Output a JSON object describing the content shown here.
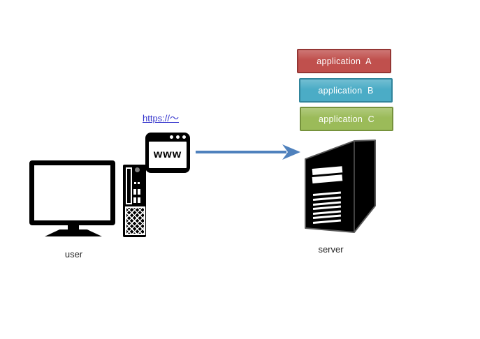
{
  "applications": [
    {
      "label": "application  A",
      "fill": "#C0504D",
      "border": "#943634"
    },
    {
      "label": "application  B",
      "fill": "#4BACC6",
      "border": "#31859C"
    },
    {
      "label": "application  C",
      "fill": "#9BBB59",
      "border": "#76923C"
    }
  ],
  "link": {
    "label": "https://～",
    "color": "#3333CC"
  },
  "browser": {
    "text": "www"
  },
  "arrow": {
    "color": "#4F81BD"
  },
  "labels": {
    "user": "user",
    "server": "server"
  }
}
